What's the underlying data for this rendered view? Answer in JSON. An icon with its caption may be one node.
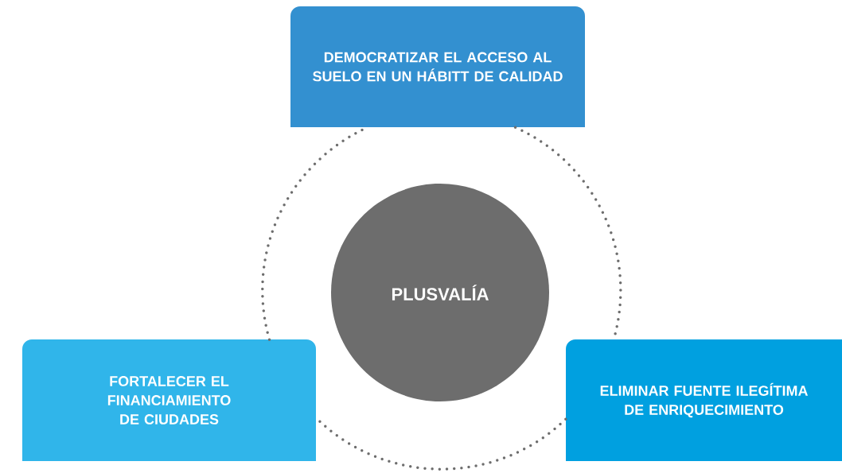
{
  "diagram": {
    "nodes": [
      {
        "text": [
          "DEMOCRATIZAR EL ACCESO AL SUELO EN UN HÁBITT DE CALIDAD"
        ]
      },
      {
        "text": [
          "PLUSVALÍA"
        ]
      },
      {
        "text": [
          "FORTALECER EL FINANCIAMIENTO DE CIUDADES"
        ]
      },
      {
        "text": [
          "ELIMINAR FUENTE ILEGÍTIMA DE ENRIQUECIMIENTO"
        ]
      }
    ],
    "edges": [
      {
        "from": 0,
        "to": 3,
        "arrow": "none"
      },
      {
        "from": 3,
        "to": 2,
        "arrow": "none"
      },
      {
        "from": 2,
        "to": 0,
        "arrow": "none"
      }
    ]
  }
}
